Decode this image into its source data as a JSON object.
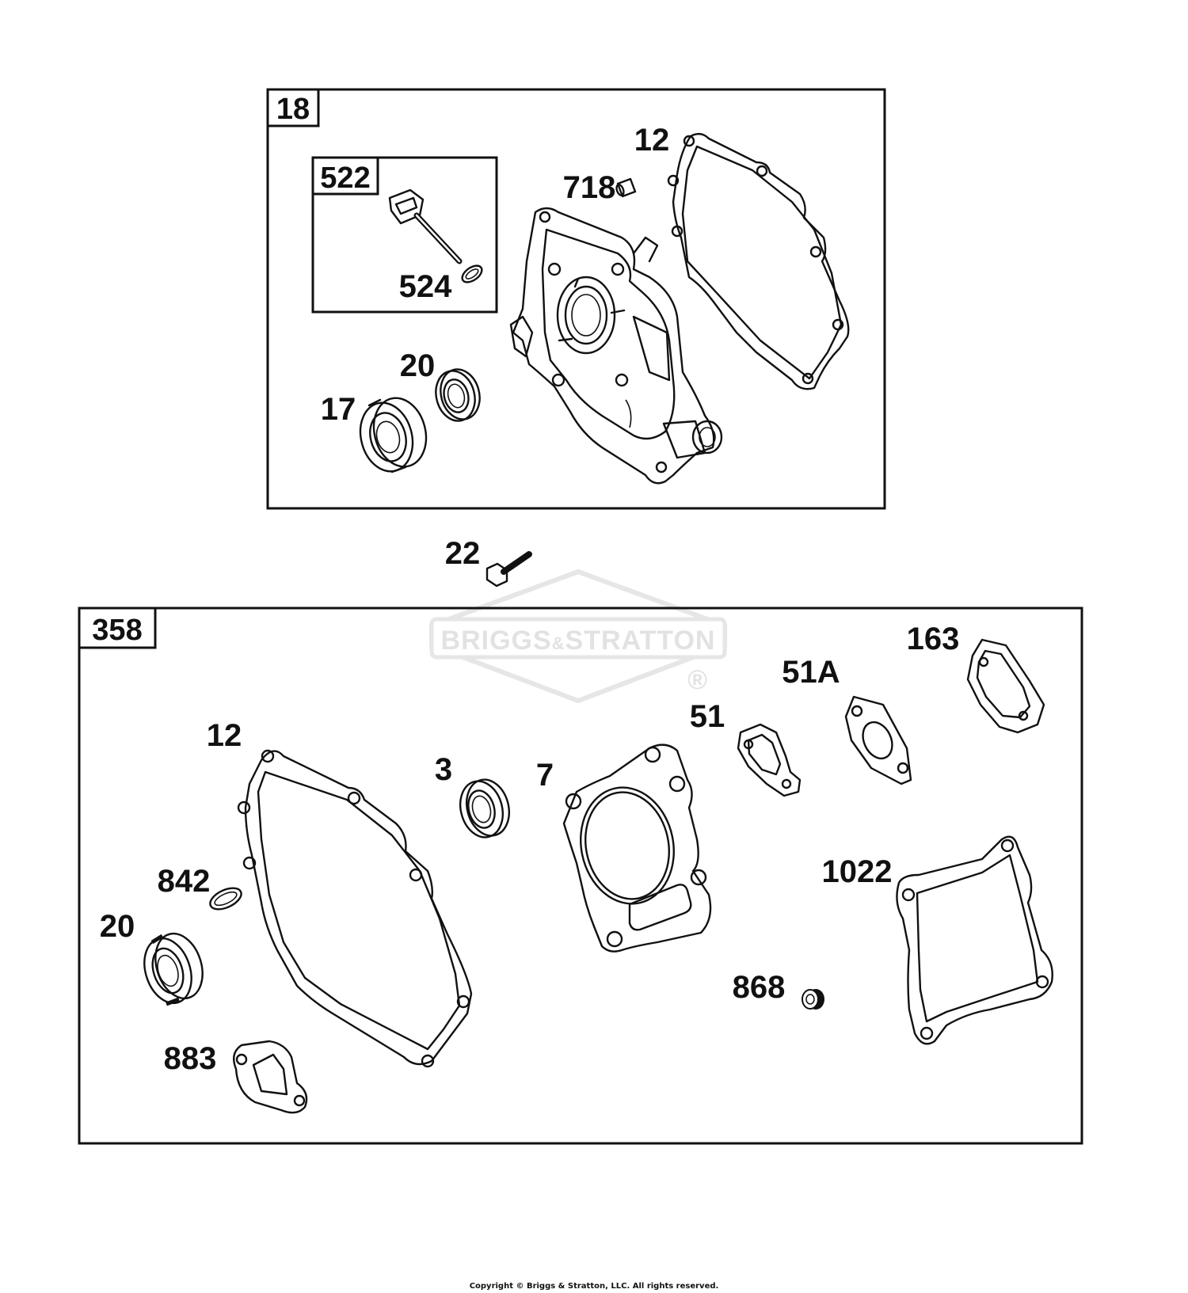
{
  "kits": {
    "k18": "18",
    "k522": "522",
    "k358": "358"
  },
  "callouts": {
    "c12_top": "12",
    "c718": "718",
    "c524": "524",
    "c20_top": "20",
    "c17": "17",
    "c22": "22",
    "c163": "163",
    "c51a": "51A",
    "c51": "51",
    "c12_bottom": "12",
    "c3": "3",
    "c7": "7",
    "c842": "842",
    "c20_bottom": "20",
    "c1022": "1022",
    "c868": "868",
    "c883": "883"
  },
  "watermark": {
    "brand_left": "BRIGGS",
    "brand_amp": "&",
    "brand_right": "STRATTON",
    "registered": "®"
  },
  "copyright": "Copyright © Briggs & Stratton, LLC. All rights reserved."
}
